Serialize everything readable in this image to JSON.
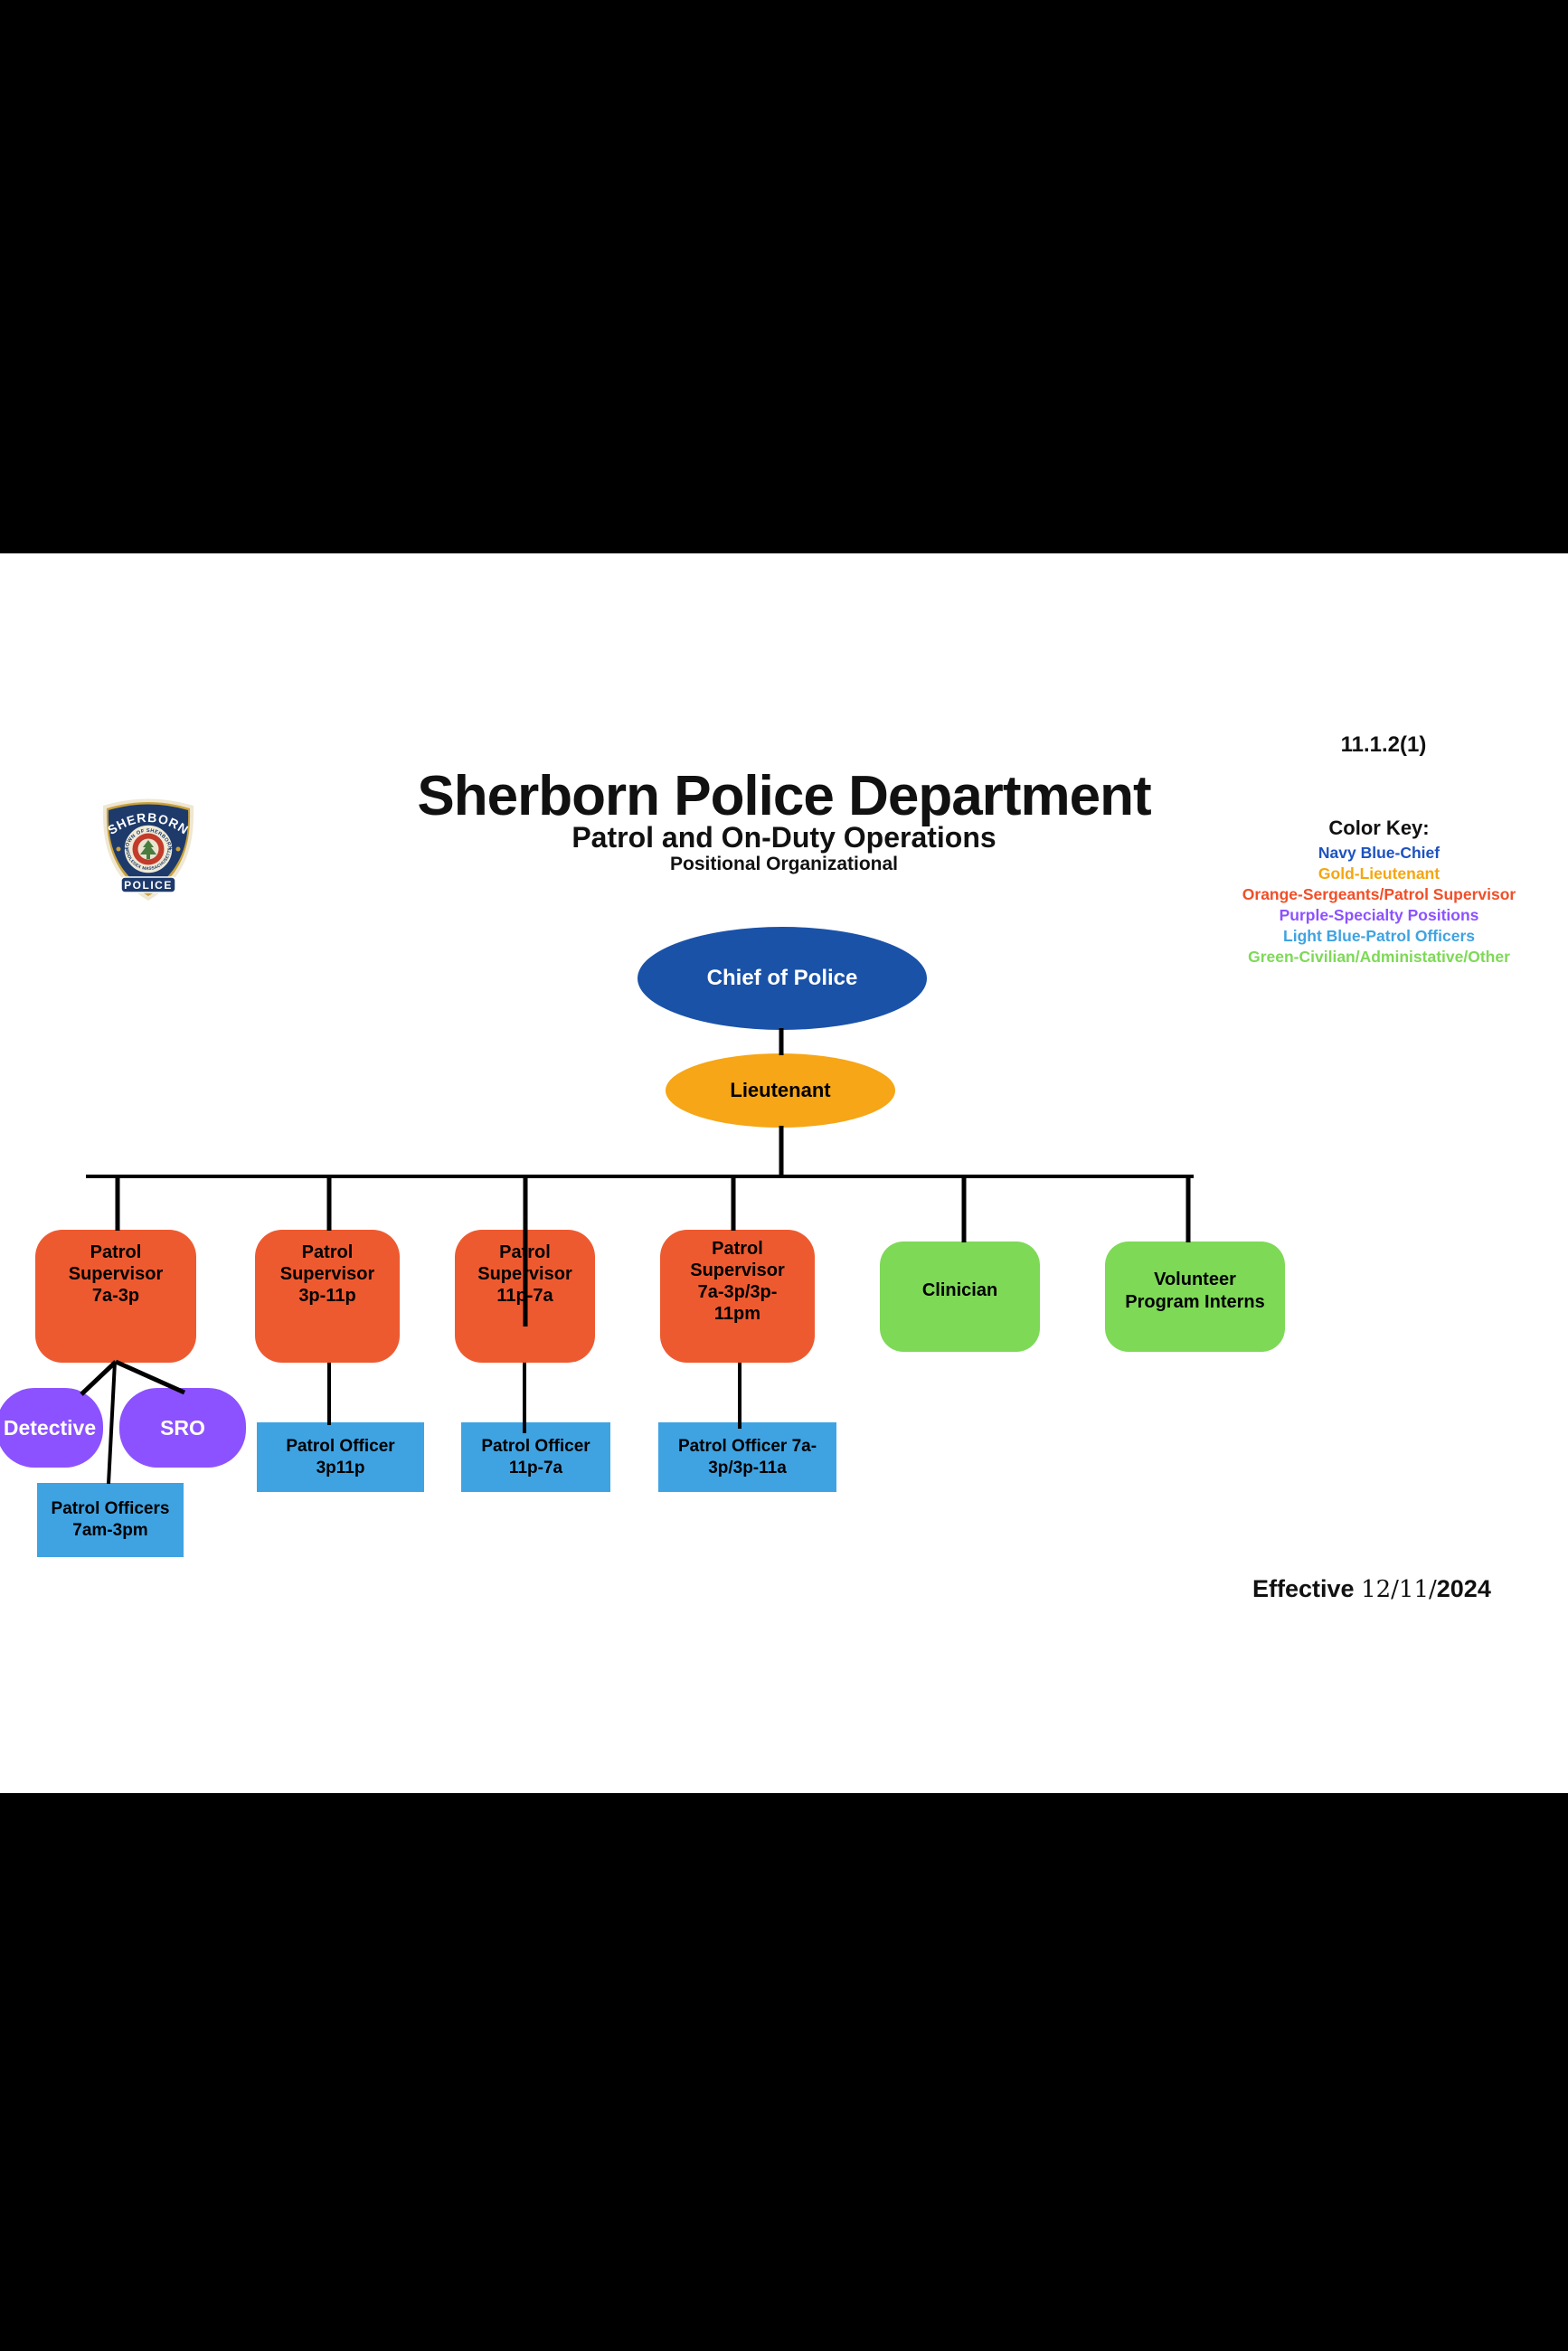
{
  "document": {
    "code": "11.1.2(1)",
    "title": "Sherborn Police Department",
    "subtitle": "Patrol and On-Duty Operations",
    "subtitle2": "Positional Organizational",
    "effective_label": "Effective",
    "effective_date_numbers": "12/11/",
    "effective_date_year": "2024"
  },
  "badge": {
    "arc_top": "SHERBORN",
    "banner_bottom": "POLICE",
    "seal_top": "TOWN OF SHERBORN",
    "seal_bottom": "MIDDLESEX MASSACHUSETTS"
  },
  "color_key": {
    "heading": "Color Key:",
    "entries": [
      {
        "label": "Navy Blue-Chief",
        "color": "#1d52c0"
      },
      {
        "label": "Gold-Lieutenant",
        "color": "#f5a60f"
      },
      {
        "label": "Orange-Sergeants/Patrol Supervisor",
        "color": "#f04f28"
      },
      {
        "label": "Purple-Specialty Positions",
        "color": "#8c52ff"
      },
      {
        "label": "Light Blue-Patrol Officers",
        "color": "#3fa3e2"
      },
      {
        "label": "Green-Civilian/Administative/Other",
        "color": "#7ed957"
      }
    ]
  },
  "colors": {
    "navy": "#1a52a8",
    "gold": "#f6a616",
    "orange": "#ee5a30",
    "purple": "#8c52ff",
    "light_blue": "#3fa3e2",
    "green": "#7ed957",
    "line": "#000000"
  },
  "org": {
    "chief": {
      "label": "Chief of Police"
    },
    "lieutenant": {
      "label": "Lieutenant"
    },
    "supervisor_7a_3p": {
      "label": "Patrol\nSupervisor\n7a-3p"
    },
    "supervisor_3p_11p": {
      "label": "Patrol\nSupervisor\n3p-11p"
    },
    "supervisor_11p_7a": {
      "label": "Patrol\nSupervisor\n11p-7a"
    },
    "supervisor_7a3p_3p11pm": {
      "label": "Patrol\nSupervisor\n7a-3p/3p-\n11pm"
    },
    "clinician": {
      "label": "Clinician"
    },
    "volunteer_program_interns": {
      "label": "Volunteer\nProgram Interns"
    },
    "detective": {
      "label": "Detective"
    },
    "sro": {
      "label": "SRO"
    },
    "patrol_officers_7am_3pm": {
      "label": "Patrol Officers\n7am-3pm"
    },
    "patrol_officer_3p11p": {
      "label": "Patrol Officer\n3p11p"
    },
    "patrol_officer_11p_7a": {
      "label": "Patrol Officer\n11p-7a"
    },
    "patrol_officer_7a3p_3p11a": {
      "label": "Patrol Officer 7a-\n3p/3p-11a"
    }
  }
}
